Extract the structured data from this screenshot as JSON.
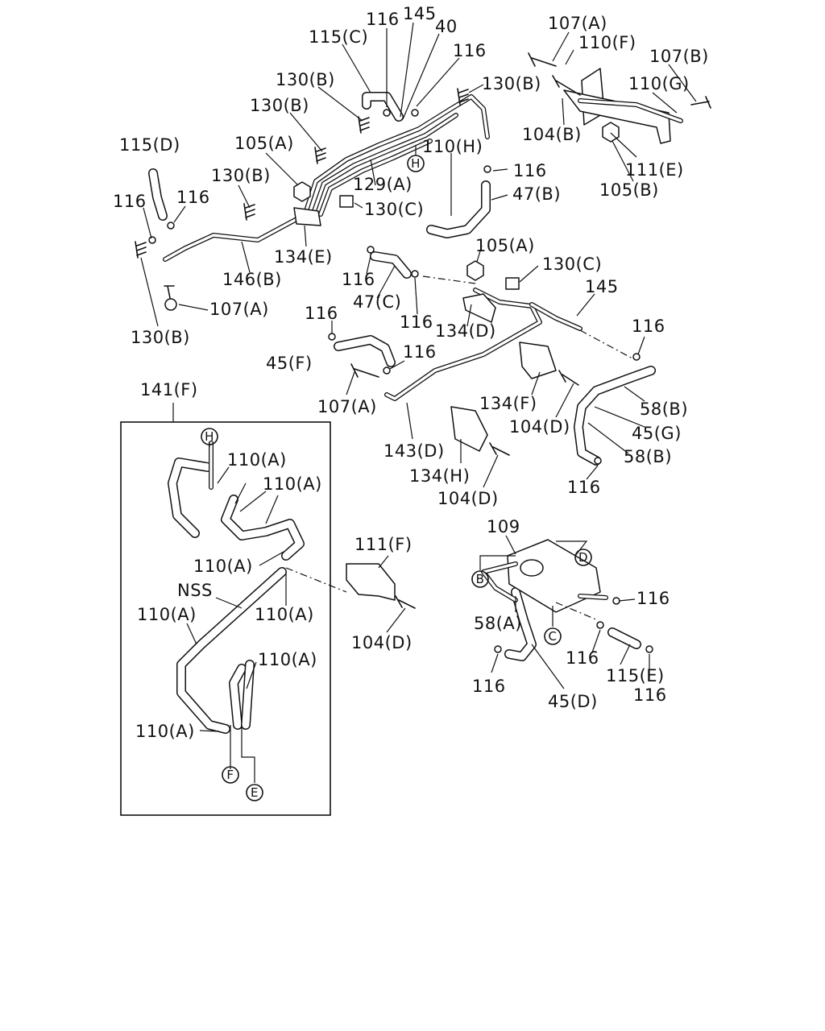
{
  "diagram": {
    "labels": [
      "116",
      "145",
      "40",
      "115(C)",
      "116",
      "130(B)",
      "130(B)",
      "130(B)",
      "107(A)",
      "110(F)",
      "107(B)",
      "110(G)",
      "104(B)",
      "111(E)",
      "105(B)",
      "115(D)",
      "105(A)",
      "110(H)",
      "116",
      "47(B)",
      "116",
      "116",
      "130(B)",
      "130(C)",
      "129(A)",
      "134(E)",
      "146(B)",
      "105(A)",
      "130(C)",
      "116",
      "47(C)",
      "107(A)",
      "145",
      "116",
      "130(B)",
      "134(D)",
      "116",
      "116",
      "116",
      "45(F)",
      "141(F)",
      "107(A)",
      "134(F)",
      "104(D)",
      "58(B)",
      "45(G)",
      "58(B)",
      "143(D)",
      "134(H)",
      "104(D)",
      "116",
      "110(A)",
      "110(A)",
      "110(A)",
      "NSS",
      "110(A)",
      "110(A)",
      "110(A)",
      "110(A)",
      "111(F)",
      "104(D)",
      "109",
      "116",
      "58(A)",
      "116",
      "116",
      "115(E)",
      "45(D)",
      "116"
    ],
    "callouts": [
      "H",
      "H",
      "D",
      "B",
      "C",
      "F",
      "E"
    ]
  }
}
